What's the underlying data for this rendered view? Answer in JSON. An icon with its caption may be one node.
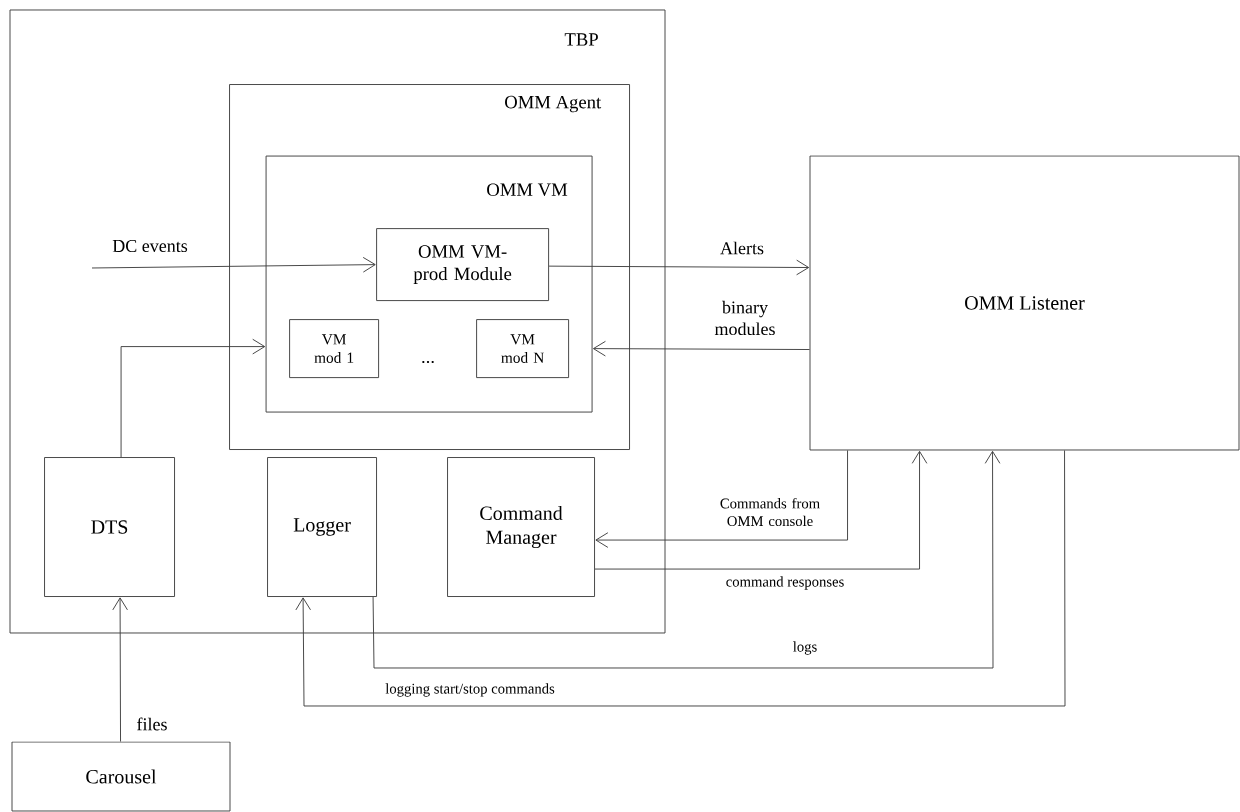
{
  "diagram": {
    "nodes": [
      {
        "text": [
          "TBP"
        ]
      },
      {
        "text": [
          "OMM Agent"
        ],
        "in": 0
      },
      {
        "text": [
          "OMM VM"
        ],
        "in": 1
      },
      {
        "text": [
          "OMM VM-prod Module"
        ],
        "in": 2
      },
      {
        "text": [
          "VM mod 1"
        ],
        "in": 2
      },
      {
        "text": [
          "VM mod N"
        ],
        "in": 2
      },
      {
        "text": [
          "OMM Listener"
        ]
      },
      {
        "text": [
          "DTS"
        ],
        "in": 0
      },
      {
        "text": [
          "Logger"
        ],
        "in": 0
      },
      {
        "text": [
          "Command Manager"
        ],
        "in": 0
      },
      {
        "text": [
          "Carousel"
        ]
      }
    ],
    "edges": [
      {
        "from": null,
        "to": 3,
        "arrow": "to",
        "label": "DC events"
      },
      {
        "from": 3,
        "to": 6,
        "arrow": "to",
        "label": "Alerts"
      },
      {
        "from": 6,
        "to": 2,
        "arrow": "to",
        "label": "binary modules"
      },
      {
        "from": 7,
        "to": 2,
        "arrow": "to"
      },
      {
        "from": 6,
        "to": 9,
        "arrow": "to",
        "label": "Commands from OMM console"
      },
      {
        "from": 9,
        "to": 6,
        "arrow": "to",
        "label": "command responses"
      },
      {
        "from": 8,
        "to": 6,
        "arrow": "to",
        "label": "logs"
      },
      {
        "from": 6,
        "to": 8,
        "arrow": "to",
        "label": "logging start/stop commands"
      },
      {
        "from": 10,
        "to": 7,
        "arrow": "to",
        "label": "files"
      }
    ],
    "labels": [
      "..."
    ]
  }
}
